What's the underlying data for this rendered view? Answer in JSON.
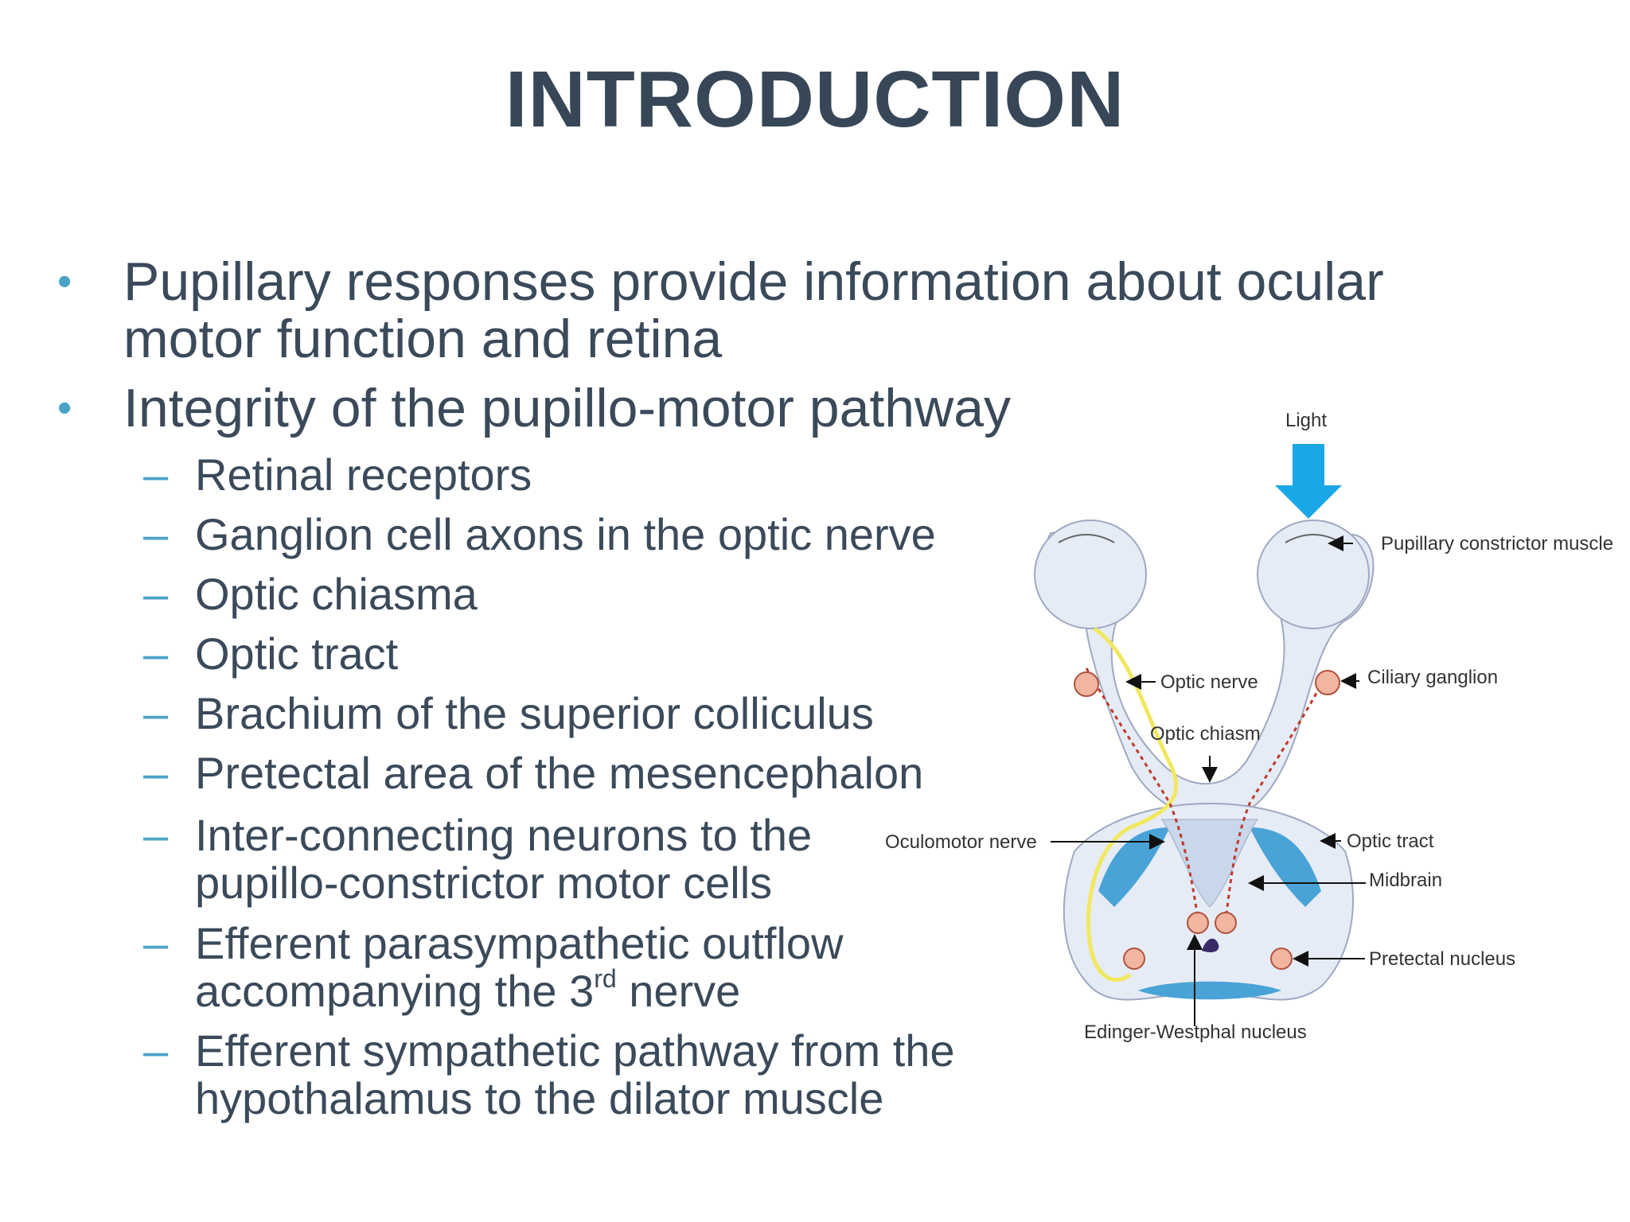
{
  "title": "INTRODUCTION",
  "bullets": [
    {
      "lines": [
        "Pupillary responses provide information about ocular",
        "motor function and retina"
      ]
    },
    {
      "lines": [
        "Integrity of the pupillo-motor pathway"
      ]
    }
  ],
  "sub_bullets": [
    {
      "lines": [
        "Retinal receptors"
      ]
    },
    {
      "lines": [
        "Ganglion cell axons in the optic nerve"
      ]
    },
    {
      "lines": [
        "Optic chiasma"
      ]
    },
    {
      "lines": [
        "Optic tract"
      ]
    },
    {
      "lines": [
        "Brachium of the superior colliculus"
      ]
    },
    {
      "lines": [
        "Pretectal area of the mesencephalon"
      ]
    },
    {
      "lines": [
        "Inter-connecting neurons to the",
        "pupillo-constrictor motor cells"
      ]
    },
    {
      "lines": [
        "Efferent parasympathetic outflow"
      ],
      "line2_pre": "accompanying the 3",
      "line2_sup": "rd",
      "line2_post": " nerve"
    },
    {
      "lines": [
        "Efferent sympathetic pathway from the",
        "hypothalamus to the dilator muscle"
      ]
    }
  ],
  "diagram": {
    "labels": {
      "light": "Light",
      "pupillary_constrictor": "Pupillary constrictor muscle",
      "optic_nerve": "Optic nerve",
      "ciliary_ganglion": "Ciliary ganglion",
      "optic_chiasm": "Optic chiasm",
      "oculomotor_nerve": "Oculomotor nerve",
      "optic_tract": "Optic tract",
      "midbrain": "Midbrain",
      "pretectal_nucleus": "Pretectal nucleus",
      "edinger_westphal": "Edinger-Westphal nucleus"
    },
    "colors": {
      "light_arrow": "#1aa7e8",
      "tissue": "#e6ecf6",
      "tissue_outline": "#9fa9c2",
      "midbrain_blue": "#4aa3d6",
      "pathway_yellow": "#f1e860",
      "pathway_red": "#c0392b",
      "bullet": "#4aa3c7",
      "text": "#3b4a5a"
    }
  }
}
